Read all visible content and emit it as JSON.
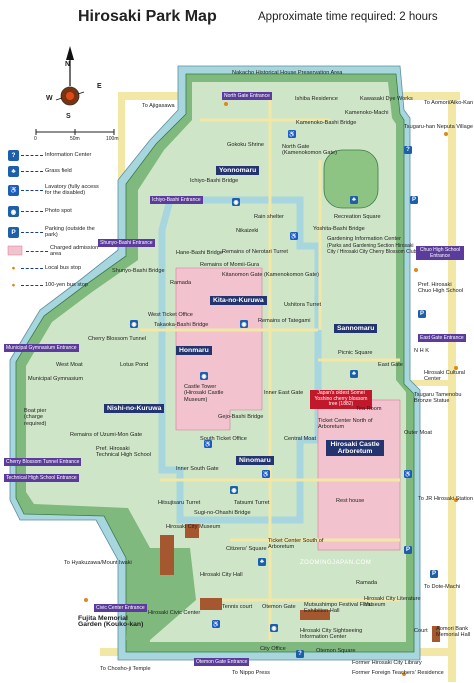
{
  "header": {
    "title": "Hirosaki Park Map",
    "subtitle": "Approximate time required: 2 hours"
  },
  "compass": {
    "n": "N",
    "e": "E",
    "s": "S",
    "w": "W"
  },
  "scale": {
    "zero": "0",
    "mid": "50m",
    "max": "100m"
  },
  "legend": [
    {
      "icon": "info-icon",
      "label": "Information Center",
      "symbol": "?",
      "color": "#1d5fa8"
    },
    {
      "icon": "grass-icon",
      "label": "Grass field",
      "symbol": "♠",
      "color": "#1d5fa8"
    },
    {
      "icon": "lavatory-icon",
      "label": "Lavatory (fully access for the disabled)",
      "symbol": "♀",
      "color": "#1d5fa8"
    },
    {
      "icon": "photo-icon",
      "label": "Photo spot",
      "symbol": "◉",
      "color": "#1d5fa8"
    },
    {
      "icon": "parking-icon",
      "label": "Parking (outside the park)",
      "symbol": "P",
      "color": "#1d5fa8"
    },
    {
      "icon": "charged-area-icon",
      "label": "Charged admission area",
      "symbol": "",
      "color": "#f0b3c4"
    },
    {
      "icon": "local-bus-icon",
      "label": "Local bus stop",
      "symbol": "",
      "color": "#d98b1a"
    },
    {
      "icon": "100yen-bus-icon",
      "label": "100-yen bus stop",
      "symbol": "",
      "color": "#d98b1a"
    }
  ],
  "colors": {
    "moat": "#a7d6df",
    "grounds": "#7fb97d",
    "park_inner": "#cfe5c7",
    "charged": "#f2c3cf",
    "roads": "#f3e7a6",
    "area_label_bg": "#23346e",
    "entrance_bg": "#5b3b9b",
    "note_bg": "#c2182c"
  },
  "areas": {
    "yonnomaru": "Yonnomaru",
    "kita_no_kuruwa": "Kita-no-Kuruwa",
    "honmaru": "Honmaru",
    "sannomaru": "Sannomaru",
    "nishi_no_kuruwa": "Nishi-no-Kuruwa",
    "ninomaru": "Ninomaru",
    "arboretum": "Hirosaki Castle Arboretum"
  },
  "entrances": {
    "north_gate": "North Gate Entrance",
    "ichiyo_bashi": "Ichiyo-Bashi Entrance",
    "shunyo_bashi": "Shunyo-Bashi Entrance",
    "chuo_high_school": "Chuo High School Entrance",
    "east_gate": "East Gate Entrance",
    "municipal_gymnasium": "Municipal Gymnasium Entrance",
    "cherry_blossom_tunnel": "Cherry Blossom Tunnel Entrance",
    "technical_high_school": "Technical High School Entrance",
    "civic_center": "Civic Center Entrance",
    "otemon_gate": "Otemon Gate Entrance"
  },
  "notes": {
    "yoshino_tree": "Japan's oldest Somei Yoshino cherry blossom tree (1882)"
  },
  "labels": {
    "nakacho": "Nakacho Historical House Preservation Area",
    "to_ajigasawa": "To Ajigasawa",
    "ishiba": "Ishiba Residence",
    "kawasaki_dye": "Kawasaki Dye Works",
    "kamenoko_machi": "Kamenoko-Machi",
    "to_aomori": "To Aomori/Aiko-Kan",
    "kamenoko_bashi": "Kamenoko-Bashi Bridge",
    "tsugaru_neputa": "Tsugaru-han Neputa Village",
    "gokoku_shrine": "Gokoku Shrine",
    "north_gate": "North Gate (Kamenokomon Gate)",
    "ichiyo_bridge": "Ichiyo-Bashi Bridge",
    "rain_shelter_1": "Rain shelter",
    "recreation_square": "Recreation Square",
    "nikaizeki": "Nikaizeki",
    "yoshita_bridge": "Yoshita-Bashi Bridge",
    "gardening_center": "Gardening Information Center",
    "gardening_note": "(Parks and Gardening Section Hirosaki City / Hirosaki City Cherry Blossom Club)",
    "hane_bridge": "Hane-Bashi Bridge",
    "remains_nerotari": "Remains of Nerotari Turret",
    "shunyo_bridge": "Shunyo-Bashi Bridge",
    "remains_momii": "Remains of Momii-Gura",
    "ramada_1": "Ramada",
    "kitanomon": "Kitanomon Gate (Kamenokomon Gate)",
    "ushitora": "Ushitora Turret",
    "pref_hirosaki": "Pref. Hirosaki Chuo High School",
    "west_ticket": "West Ticket Office",
    "takaoka_bridge": "Takaoka-Bashi Bridge",
    "remains_tategami": "Remains of Tategami",
    "cherry_tunnel": "Cherry Blossom Tunnel",
    "lotus_pond": "Lotus Pond",
    "west_moat": "West Moat",
    "municipal_gym": "Municipal Gymnasium",
    "boat_pier": "Boat pier (charge required)",
    "castle_tower": "Castle Tower (Hirosaki Castle Museum)",
    "inner_south_gate_area": "Inner East Gate",
    "picnic_square": "Picnic Square",
    "east_gate": "East Gate",
    "nhk": "N H K",
    "hirosaki_cultural": "Hirosaki Cultural Center",
    "tsugaru_tamenobu": "Tsugaru Tamenobu Bronze Statue",
    "remains_uzumi": "Remains of Uzumi-Mon Gate",
    "pref_technical": "Pref. Hirosaki Technical High School",
    "gejo_bridge": "Gejo-Bashi Bridge",
    "south_ticket": "South Ticket Office",
    "central_moat": "Central Moat",
    "ticket_center_north": "Tea Room",
    "ticket_center_north2": "Ticket Center North of Arboretum",
    "inner_south_gate": "Inner South Gate",
    "outer_moat": "Outer Moat",
    "hitsujisaru": "Hitsujisaru Turret",
    "tatsumi": "Tatsumi Turret",
    "sugi_bridge": "Sugi-no-Ohashi Bridge",
    "rest_house": "Rest house",
    "to_jr": "To JR Hirosaki Station",
    "city_museum": "Hirosaki City Museum",
    "citizens_square": "Citizens' Square",
    "ticket_center_south": "Ticket Center South of Arboretum",
    "to_hyakuzawa": "To Hyakuzawa/Mount Iwaki",
    "city_hall": "Hirosaki City Hall",
    "ramada_2": "Ramada",
    "civic_center": "Hirosaki Civic Center",
    "tennis_court": "Tennis court",
    "otemon_gate": "Otemon Gate",
    "mutsushimpo": "Mutsushimpo Festival Float Exhibition Hall",
    "literature_museum": "Hirosaki City Literature Museum",
    "to_dote": "To Dote-Machi",
    "fujita_garden": "Fujita Memorial Garden (Kouko-kan)",
    "sightseeing_info": "Hirosaki City Sightseeing Information Center",
    "city_office": "City Office",
    "otemon_square": "Otemon Square",
    "court": "Court",
    "aomori_bank": "Aomori Bank Memorial Hall",
    "to_chosho": "To Chosho-ji Temple",
    "to_nippo": "To Nippo Press",
    "former_east_pref": "Former Hirosaki City Library",
    "former_foreign": "Former Foreign Teachers' Residence",
    "watermark": "ZOOMINGJAPAN.COM"
  },
  "bus_stops_note": "Local bus stop / 100-yen bus stop markers"
}
